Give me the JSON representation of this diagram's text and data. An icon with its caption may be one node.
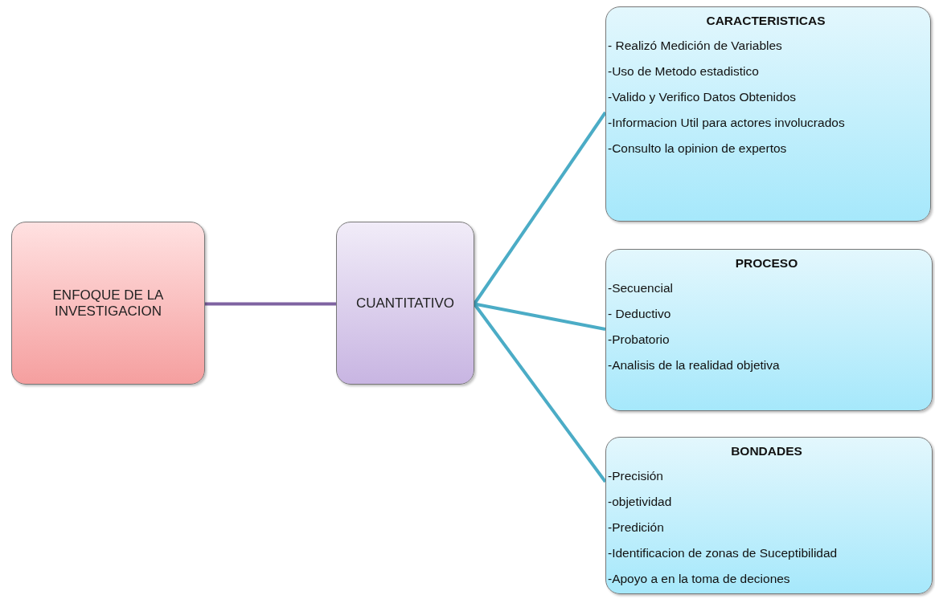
{
  "diagram": {
    "nodes": [
      {
        "text": [
          "ENFOQUE DE LA INVESTIGACION"
        ]
      },
      {
        "text": [
          "CUANTITATIVO"
        ]
      },
      {
        "text": [
          "CARACTERISTICAS",
          "- Realizó Medición de Variables",
          "-Uso de Metodo estadistico",
          "-Valido y Verifico Datos Obtenidos",
          "-Informacion Util para actores involucrados",
          "-Consulto la opinion de expertos"
        ]
      },
      {
        "text": [
          "PROCESO",
          "-Secuencial",
          "- Deductivo",
          "-Probatorio",
          "-Analisis de la realidad objetiva"
        ]
      },
      {
        "text": [
          "BONDADES",
          "-Precisión",
          "-objetividad",
          "-Predición",
          "-Identificacion de zonas de Suceptibilidad",
          "-Apoyo a en la toma de deciones"
        ]
      }
    ],
    "edges": [
      {
        "from": 0,
        "to": 1,
        "arrow": "none",
        "color": "#7f63a1"
      },
      {
        "from": 1,
        "to": 2,
        "arrow": "none"
      },
      {
        "from": 1,
        "to": 3,
        "arrow": "none"
      },
      {
        "from": 1,
        "to": 4,
        "arrow": "none"
      }
    ]
  }
}
